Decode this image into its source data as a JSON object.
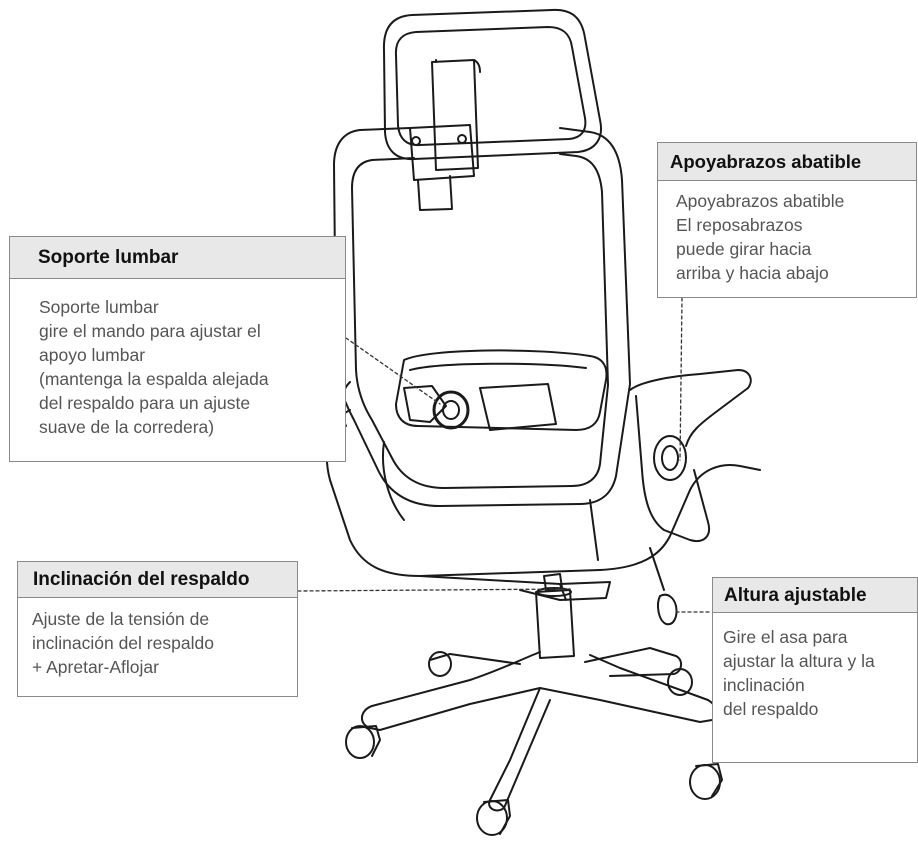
{
  "callouts": {
    "lumbar": {
      "title": "Soporte lumbar",
      "lines": [
        "Soporte lumbar",
        "gire el mando para ajustar el",
        "apoyo lumbar",
        "(mantenga la espalda alejada",
        "del respaldo para un ajuste",
        "suave de la corredera)"
      ]
    },
    "armrest": {
      "title": "Apoyabrazos abatible",
      "lines": [
        "Apoyabrazos abatible",
        "El reposabrazos",
        "puede girar hacia",
        "arriba y hacia abajo"
      ]
    },
    "tilt": {
      "title": "Inclinación del respaldo",
      "lines": [
        "Ajuste de la tensión de",
        "inclinación del respaldo",
        "+ Apretar-Aflojar"
      ]
    },
    "height": {
      "title": "Altura ajustable",
      "lines": [
        "Gire el asa para",
        "ajustar la altura y la",
        "inclinación",
        "del respaldo"
      ]
    }
  },
  "colors": {
    "line": "#1a1a1a",
    "header_fill": "#e8e8e8",
    "border": "#8a8a8a",
    "body_text": "#555555"
  }
}
